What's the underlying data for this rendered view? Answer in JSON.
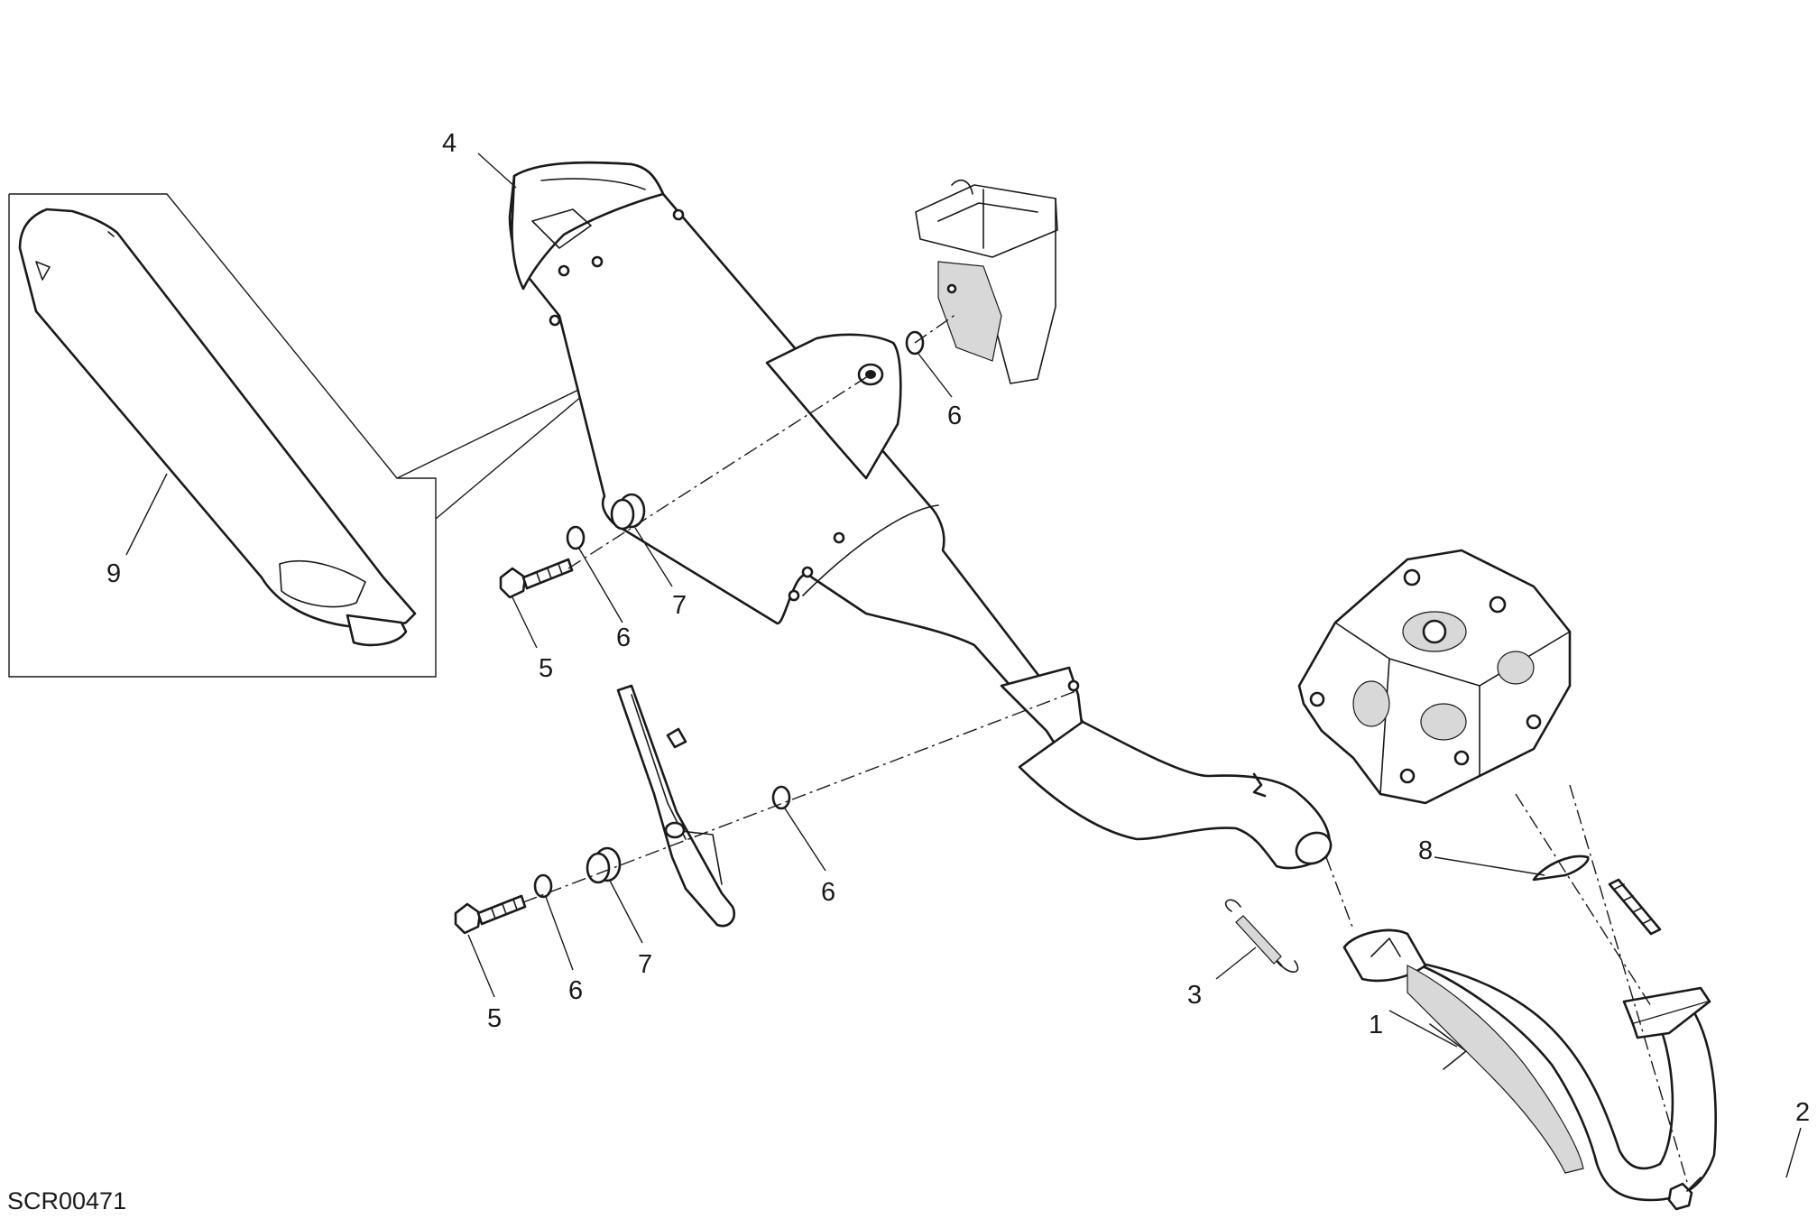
{
  "diagram": {
    "drawing_code": "SCR00471",
    "callouts": [
      {
        "id": "c1",
        "label": "1"
      },
      {
        "id": "c2",
        "label": "2"
      },
      {
        "id": "c3",
        "label": "3"
      },
      {
        "id": "c4",
        "label": "4"
      },
      {
        "id": "c5a",
        "label": "5"
      },
      {
        "id": "c5b",
        "label": "5"
      },
      {
        "id": "c6a",
        "label": "6"
      },
      {
        "id": "c6b",
        "label": "6"
      },
      {
        "id": "c6c",
        "label": "6"
      },
      {
        "id": "c6d",
        "label": "6"
      },
      {
        "id": "c7a",
        "label": "7"
      },
      {
        "id": "c7b",
        "label": "7"
      },
      {
        "id": "c8",
        "label": "8"
      },
      {
        "id": "c9",
        "label": "9"
      }
    ]
  }
}
